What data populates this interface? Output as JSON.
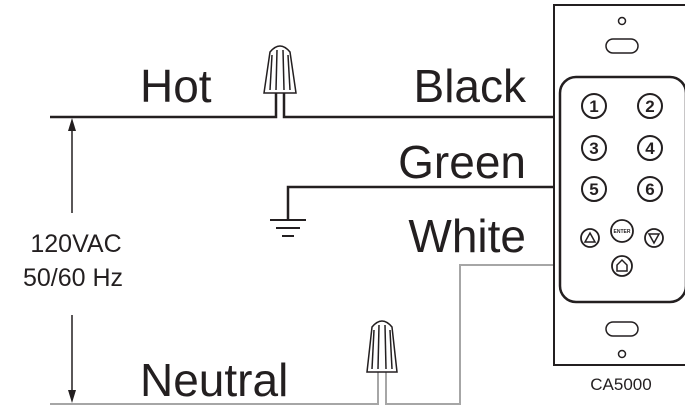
{
  "labels": {
    "hot": "Hot",
    "black": "Black",
    "green": "Green",
    "white": "White",
    "neutral": "Neutral",
    "voltage": "120VAC",
    "frequency": "50/60 Hz"
  },
  "device": {
    "model": "CA5000",
    "buttons": [
      "1",
      "2",
      "3",
      "4",
      "5",
      "6"
    ],
    "enter_label": "ENTER"
  },
  "colors": {
    "line": "#231f20",
    "neutral_wire": "#a6a6a6"
  },
  "icons": [
    "wire-nut-icon",
    "ground-symbol-icon",
    "up-arrow-icon",
    "down-arrow-icon",
    "home-icon"
  ]
}
